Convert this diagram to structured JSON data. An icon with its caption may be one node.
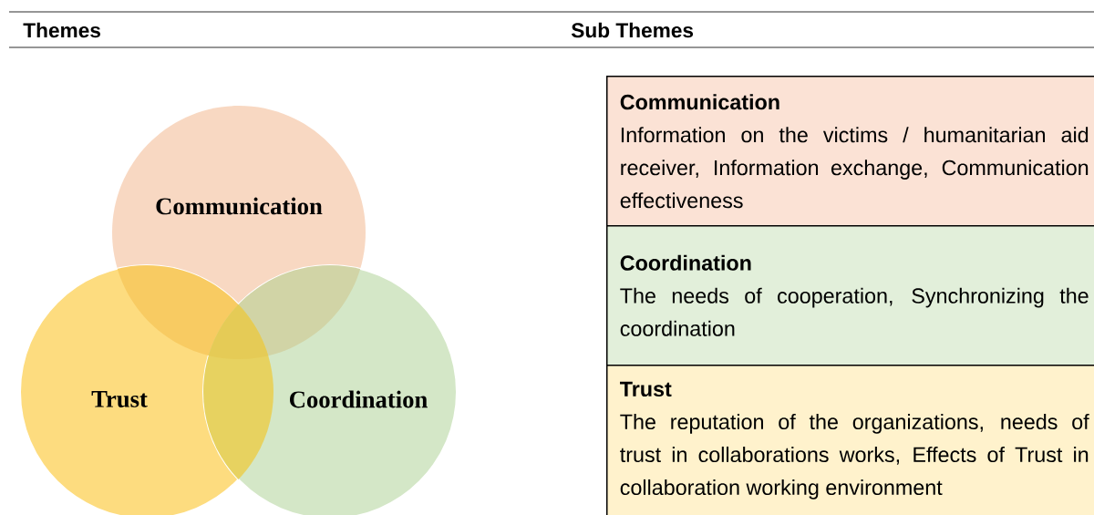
{
  "diagram": {
    "nodes": [
      {
        "text": [
          "Communication"
        ]
      },
      {
        "text": [
          "Trust"
        ]
      },
      {
        "text": [
          "Coordination"
        ]
      },
      {
        "text": [
          "Communication",
          "Information on the victims / humanitarian aid receiver, Information exchange, Communication effectiveness"
        ]
      },
      {
        "text": [
          "Coordination",
          "The needs of cooperation, Synchronizing the coordination"
        ]
      },
      {
        "text": [
          "Trust",
          "The reputation of the organizations, needs of trust in collaborations works, Effects of Trust in collaboration working environment"
        ]
      }
    ],
    "labels": [
      "Themes",
      "Sub Themes"
    ]
  }
}
